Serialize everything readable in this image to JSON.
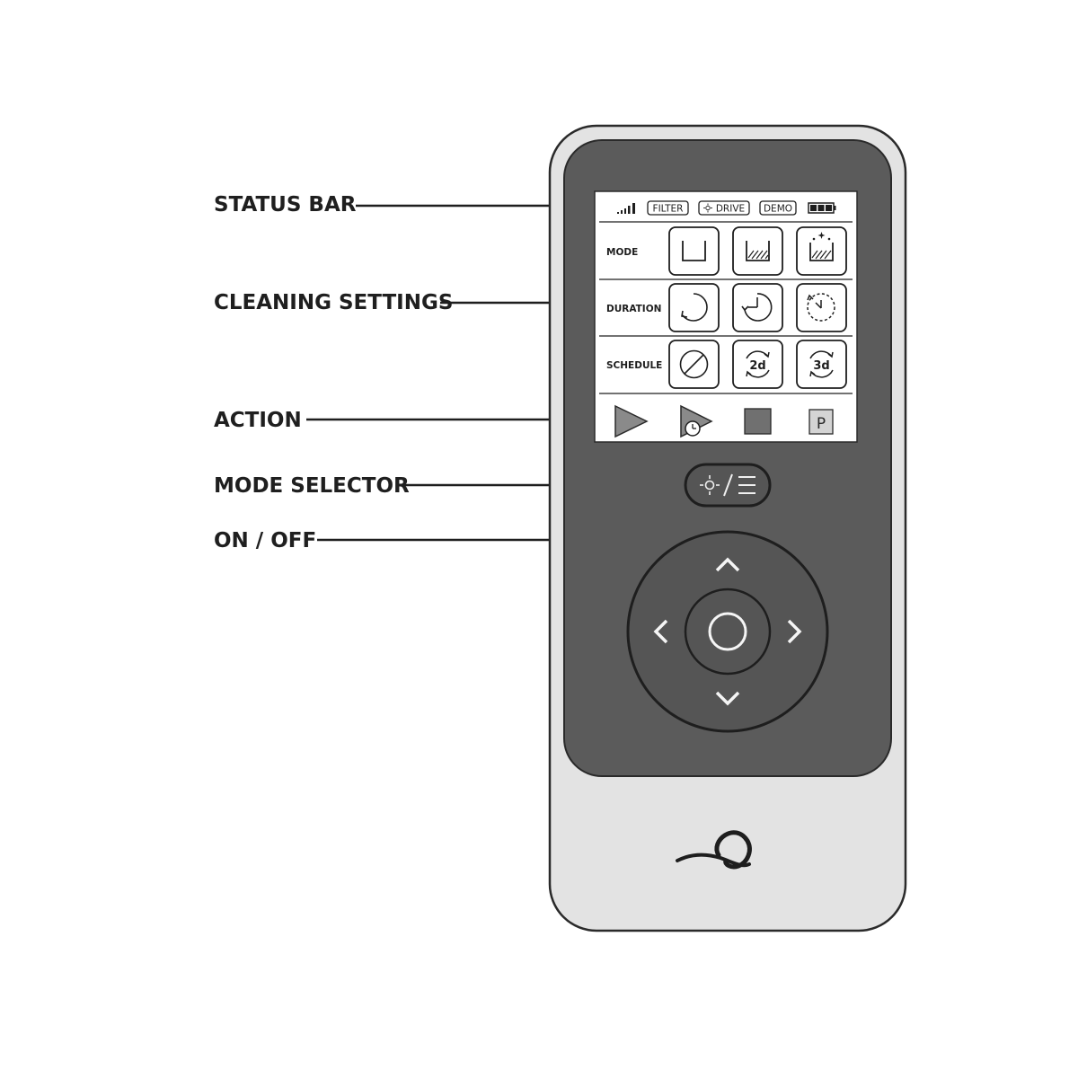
{
  "callouts": {
    "status_bar": "STATUS BAR",
    "cleaning_settings": "CLEANING SETTINGS",
    "action": "ACTION",
    "mode_selector": "MODE SELECTOR",
    "on_off": "ON / OFF"
  },
  "screen": {
    "status_bar": {
      "filter_badge": "FILTER",
      "drive_badge": "DRIVE",
      "demo_badge": "DEMO",
      "signal_icon": "signal-strength-icon",
      "battery_icon": "battery-icon"
    },
    "rows": {
      "mode_label": "MODE",
      "duration_label": "DURATION",
      "schedule_label": "SCHEDULE"
    },
    "schedule_options": {
      "none_icon": "no-schedule-icon",
      "every_2_days": "2d",
      "every_3_days": "3d"
    },
    "action_bar": {
      "start_icon": "play-icon",
      "delayed_start_icon": "delayed-start-icon",
      "stop_icon": "stop-icon",
      "park": "P"
    }
  },
  "colors": {
    "device_outer": "#e3e3e3",
    "device_face": "#5b5b5b",
    "screen_bg": "#ffffff",
    "outline": "#1e1e1e",
    "label_text": "#1f1f1f"
  }
}
